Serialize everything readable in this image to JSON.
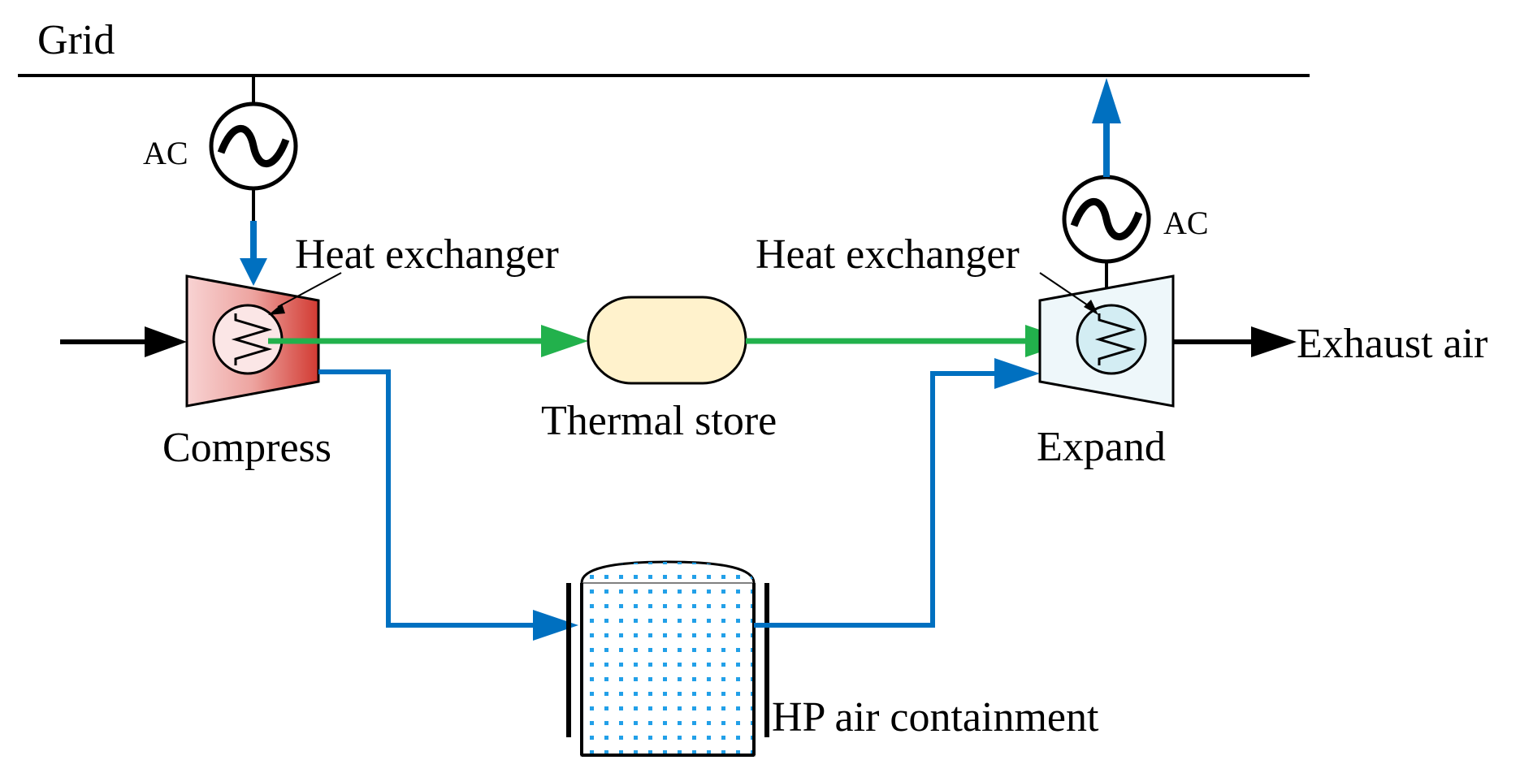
{
  "labels": {
    "grid": "Grid",
    "ac_left": "AC",
    "ac_right": "AC",
    "heat_exchanger_left": "Heat exchanger",
    "heat_exchanger_right": "Heat exchanger",
    "thermal_store": "Thermal store",
    "compress": "Compress",
    "expand": "Expand",
    "exhaust_air": "Exhaust air",
    "hp_air_containment": "HP air containment"
  },
  "colors": {
    "electric_flow": "#0070C0",
    "heat_flow": "#22B14C",
    "thermal_store_fill": "#FFF2CC",
    "compressor_gradient_light": "#F8D3D3",
    "compressor_gradient_dark": "#D23A32",
    "expander_fill": "#EEF7FA",
    "hx_right_fill": "#D3EDF3",
    "tank_dots": "#22A0E8"
  },
  "icons": {
    "generator": "ac-generator-icon",
    "heat_exchanger": "heat-exchanger-icon"
  }
}
